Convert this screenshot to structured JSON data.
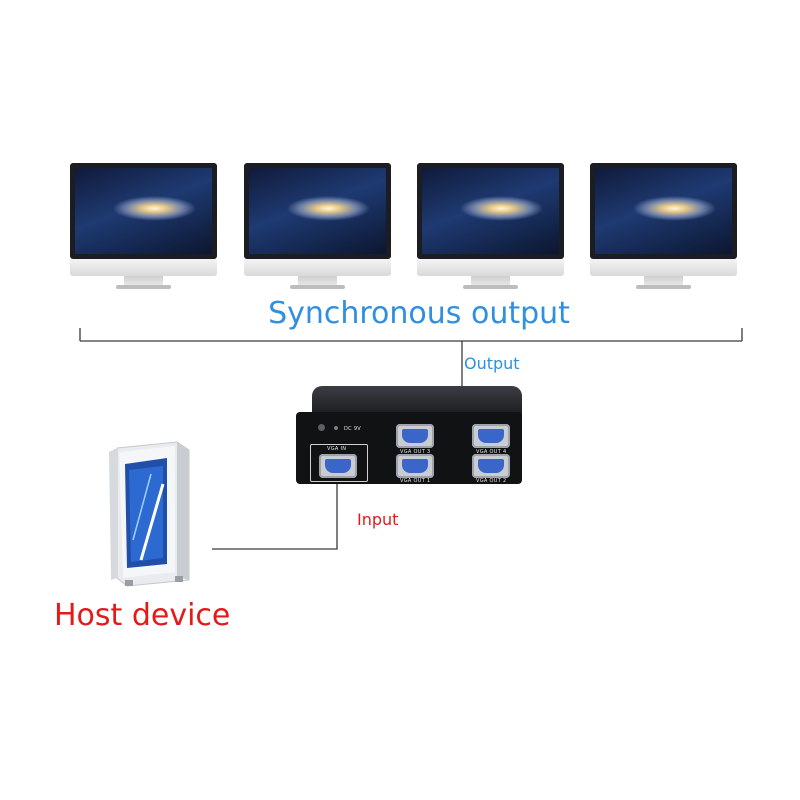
{
  "labels": {
    "synchronous_output": "Synchronous output",
    "output": "Output",
    "input": "Input",
    "host_device": "Host device"
  },
  "splitter": {
    "vga_in": "VGA IN",
    "dc": "DC 9V",
    "vga_out_1": "VGA OUT 1",
    "vga_out_2": "VGA OUT 2",
    "vga_out_3": "VGA OUT 3",
    "vga_out_4": "VGA OUT 4"
  },
  "colors": {
    "output_blue": "#2f8fe0",
    "input_red": "#e31a1a"
  },
  "monitor_count": 4
}
